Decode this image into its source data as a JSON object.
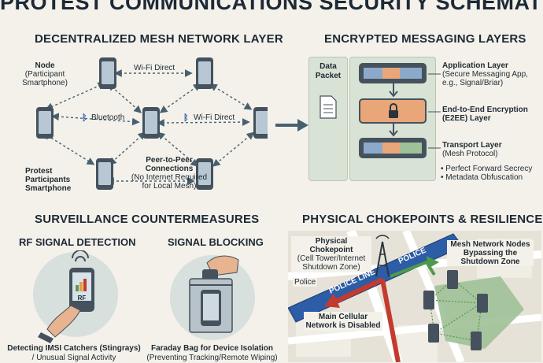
{
  "title": "PROTEST COMMUNICATIONS SECURITY SCHEMATIC",
  "mesh": {
    "heading": "DECENTRALIZED MESH NETWORK LAYER",
    "node_label": "Node",
    "node_sub": "(Participant Smartphone)",
    "wifi_top": "Wi-Fi Direct",
    "bluetooth": "Bluetooth",
    "wifi_mid": "Wi-Fi Direct",
    "p2p_title": "Peer-to-Peer Connections",
    "p2p_sub": "(No Internet Required for Local Mesh)",
    "participants": "Protest Participants Smartphone"
  },
  "encrypt": {
    "heading": "ENCRYPTED MESSAGING LAYERS",
    "packet": "Data Packet",
    "app_title": "Application Layer",
    "app_sub": "(Secure Messaging App, e.g., Signal/Briar)",
    "e2ee_title": "End-to-End Encryption (E2EE) Layer",
    "transport_title": "Transport Layer",
    "transport_sub": "(Mesh Protocol)",
    "bullets": [
      "Perfect Forward Secrecy",
      "Metadata Obfuscation"
    ]
  },
  "surveillance": {
    "heading": "SURVEILLANCE COUNTERMEASURES",
    "rf_title": "RF SIGNAL DETECTION",
    "rf_screen": "RF",
    "rf_caption_1": "Detecting IMSI Catchers (Stingrays)",
    "rf_caption_2": "/ Unusual Signal Activity",
    "block_title": "SIGNAL BLOCKING",
    "block_caption_1": "Faraday Bag for Device Isolation",
    "block_caption_2": "(Preventing Tracking/Remote Wiping)"
  },
  "chokepoints": {
    "heading": "PHYSICAL CHOKEPOINTS & RESILIENCE",
    "chokepoint_title": "Physical Chokepoint",
    "chokepoint_sub": "(Cell Tower/Internet Shutdown Zone)",
    "police_sign": "POLICE",
    "police_line": "POLICE LINE",
    "police_label": "Police",
    "mesh_nodes": "Mesh Network Nodes Bypassing the Shutdown Zone",
    "cellular_disabled": "Main Cellular Network is Disabled"
  },
  "colors": {
    "background": "#f3f1ea",
    "panel_green": "#d8e2d5",
    "accent_orange": "#e9a679",
    "accent_blue": "#8ca9c9",
    "accent_green": "#9fc197",
    "police_blue": "#2c5da6",
    "disabled_red": "#c53a2e",
    "mesh_green": "#4e9a4a"
  }
}
